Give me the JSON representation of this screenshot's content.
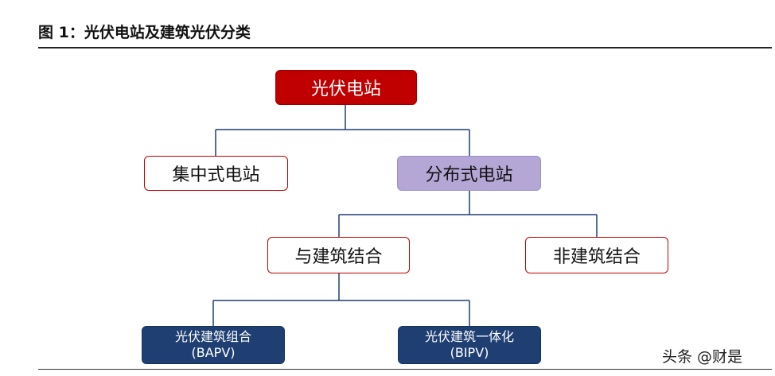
{
  "title": "图 1：光伏电站及建筑光伏分类",
  "diagram": {
    "root": "光伏电站",
    "level1": {
      "central": "集中式电站",
      "distributed": "分布式电站"
    },
    "level2": {
      "with_building": "与建筑结合",
      "non_building": "非建筑结合"
    },
    "level3": {
      "bapv": {
        "name": "光伏建筑组合",
        "abbr": "(BAPV)"
      },
      "bipv": {
        "name": "光伏建筑一体化",
        "abbr": "(BIPV)"
      }
    }
  },
  "colors": {
    "root_fill": "#c00000",
    "outline_border": "#c00000",
    "highlight_fill": "#b4a7d6",
    "leaf_fill": "#1f3f73",
    "connector": "#1f3f73"
  },
  "watermark": "头条 @财是"
}
